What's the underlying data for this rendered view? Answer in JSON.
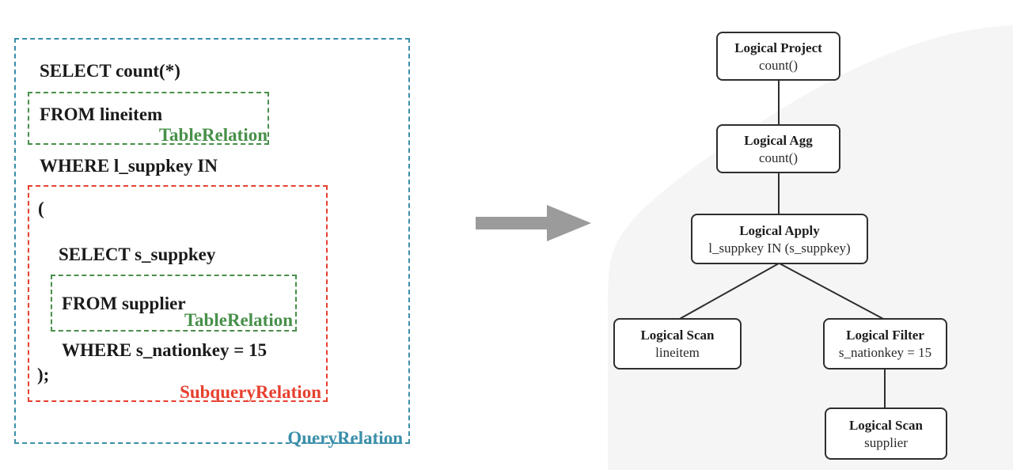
{
  "sql_panel": {
    "lines": {
      "select_outer": "SELECT count(*)",
      "from_outer": "FROM lineitem",
      "where_outer": "WHERE l_suppkey IN",
      "open_paren": "(",
      "select_inner": "SELECT s_suppkey",
      "from_inner": "FROM supplier",
      "where_inner": "WHERE s_nationkey = 15",
      "close_paren": ");"
    },
    "labels": {
      "table_relation_outer": "TableRelation",
      "table_relation_inner": "TableRelation",
      "subquery_relation": "SubqueryRelation",
      "query_relation": "QueryRelation"
    }
  },
  "plan_tree": {
    "nodes": [
      {
        "id": "logical-project",
        "title": "Logical Project",
        "subtitle": "count()"
      },
      {
        "id": "logical-agg",
        "title": "Logical Agg",
        "subtitle": "count()"
      },
      {
        "id": "logical-apply",
        "title": "Logical Apply",
        "subtitle": "l_suppkey IN (s_suppkey)"
      },
      {
        "id": "logical-scan-lineitem",
        "title": "Logical Scan",
        "subtitle": "lineitem"
      },
      {
        "id": "logical-filter",
        "title": "Logical Filter",
        "subtitle": "s_nationkey = 15"
      },
      {
        "id": "logical-scan-supplier",
        "title": "Logical Scan",
        "subtitle": "supplier"
      }
    ]
  },
  "colors": {
    "query_relation": "#3b8fa9",
    "table_relation": "#48904a",
    "subquery_relation": "#e6402e",
    "arrow": "#9b9b9b",
    "node_border": "#2e2e2e",
    "background_blob": "#f5f5f6",
    "sql_text": "#1a1a1a"
  }
}
